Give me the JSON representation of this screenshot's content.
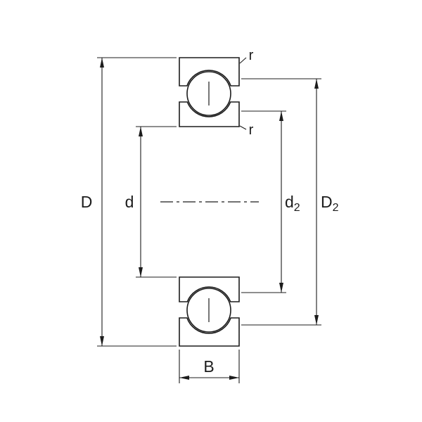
{
  "diagram": {
    "type": "bearing-cross-section-dimension-drawing",
    "labels": {
      "outer_diameter": "D",
      "bore_diameter": "d",
      "recess_inner_base": "d",
      "recess_inner_sub": "2",
      "recess_outer_base": "D",
      "recess_outer_sub": "2",
      "width": "B",
      "radius_top": "r",
      "radius_inner": "r"
    },
    "colors": {
      "line": "#1c1c1c",
      "background": "#ffffff"
    }
  }
}
